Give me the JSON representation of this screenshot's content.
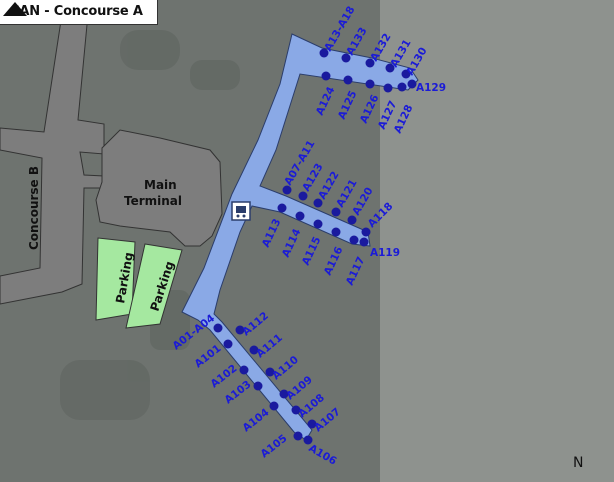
{
  "title": "CAN - Concourse A",
  "buildings": {
    "concourse_b": "Concourse B",
    "main_terminal_line1": "Main",
    "main_terminal_line2": "Terminal",
    "parking_left": "Parking",
    "parking_right": "Parking"
  },
  "compass": "N",
  "icons": {
    "transit": "train-icon",
    "north": "north-arrow-icon"
  },
  "colors": {
    "concourse_a": "#8aa9e6",
    "concourse_b": "#7d7d7d",
    "parking": "#a5e8a0",
    "gate_dot": "#1a1a9e",
    "gate_label": "#1b1bd6"
  },
  "gates": {
    "g_a13_a18": "A13-A18",
    "g_a133": "A133",
    "g_a132": "A132",
    "g_a131": "A131",
    "g_a130": "A130",
    "g_a129": "A129",
    "g_a124": "A124",
    "g_a125": "A125",
    "g_a126": "A126",
    "g_a127": "A127",
    "g_a128": "A128",
    "g_a07_a11": "A07-A11",
    "g_a123": "A123",
    "g_a122": "A122",
    "g_a121": "A121",
    "g_a120": "A120",
    "g_a118": "A118",
    "g_a119": "A119",
    "g_a113": "A113",
    "g_a114": "A114",
    "g_a115": "A115",
    "g_a116": "A116",
    "g_a117": "A117",
    "g_a01_a04": "A01-A04",
    "g_a101": "A101",
    "g_a102": "A102",
    "g_a103": "A103",
    "g_a104": "A104",
    "g_a105": "A105",
    "g_a106": "A106",
    "g_a107": "A107",
    "g_a108": "A108",
    "g_a109": "A109",
    "g_a110": "A110",
    "g_a111": "A111",
    "g_a112": "A112"
  }
}
